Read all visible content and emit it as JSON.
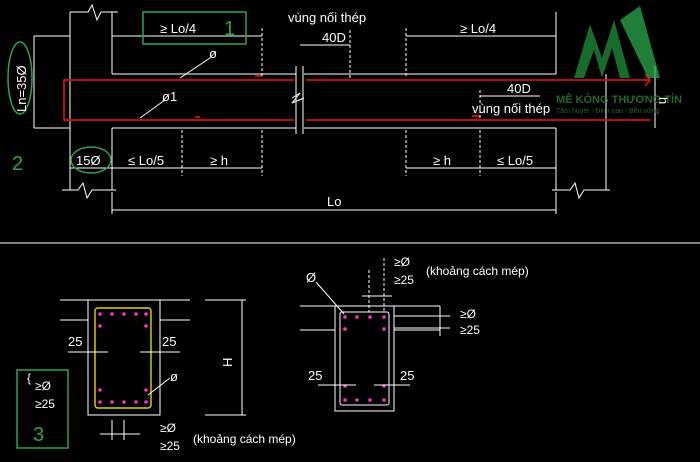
{
  "colors": {
    "background": "#000000",
    "line": "#ffffff",
    "rebar": "#d01010",
    "stirrup": "#e8d200",
    "highlight": "#2ea34a",
    "rebar_dot": "#ff33cc"
  },
  "beam": {
    "top_anchor_label": "≥ Lo/4",
    "top_right_anchor_label": "≥ Lo/4",
    "splice_zone_top": "vùng nối thép",
    "splice_top_length": "40D",
    "splice_bottom_length": "40D",
    "splice_zone_bottom": "vùng nối thép",
    "bar_label_phi": "ø",
    "bar_label_phi1": "ø1",
    "anchor_length": "Ln=35Ø",
    "hook_length": "15Ø",
    "bottom_left_lo5": "≤ Lo/5",
    "bottom_left_h": "≥ h",
    "bottom_right_h": "≥ h",
    "bottom_right_lo5": "≤ Lo/5",
    "span_label": "Lo",
    "depth_label": "h"
  },
  "markers": {
    "one": "1",
    "two": "2",
    "three": "3"
  },
  "section_left": {
    "cover_left": "25",
    "cover_right": "25",
    "stirrup_label": "ø",
    "height_label": "H",
    "spacing_ge_phi": "≥Ø",
    "spacing_ge_25": "≥25",
    "bottom_ge_phi": "≥Ø",
    "bottom_ge_25": "≥25",
    "edge_note": "(khoảng cách mép)"
  },
  "section_right": {
    "bar_label": "Ø",
    "top_ge_phi": "≥Ø",
    "top_ge_25": "≥25",
    "edge_note": "(khoảng cách mép)",
    "side_ge_phi": "≥Ø",
    "side_ge_25": "≥25",
    "cover_left": "25",
    "cover_right": "25"
  },
  "watermark": {
    "brand": "MÊ KÔNG THƯƠNG TÍN",
    "slogan": "Tâm huyết - Đỉnh cao - Bền vững"
  }
}
